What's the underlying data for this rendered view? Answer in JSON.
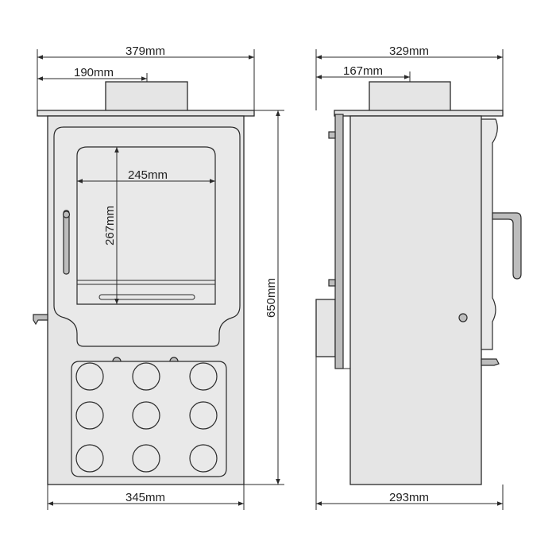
{
  "front": {
    "overall_width": "379mm",
    "flue_offset": "190mm",
    "glass_width": "245mm",
    "glass_height": "267mm",
    "height": "650mm",
    "base_width": "345mm"
  },
  "side": {
    "overall_depth": "329mm",
    "flue_offset": "167mm",
    "base_depth": "293mm"
  },
  "colors": {
    "body_fill": "#e5e5e5",
    "line": "#2a2a2a"
  }
}
